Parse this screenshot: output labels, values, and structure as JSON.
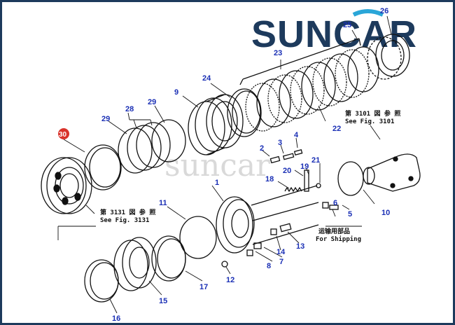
{
  "brand": {
    "logo_text": "SUNCAR",
    "watermark": "suncar",
    "logo_color": "#1d3a5c",
    "accent_color": "#2aa6d8"
  },
  "part_numbers": [
    "1",
    "2",
    "3",
    "4",
    "5",
    "6",
    "7",
    "8",
    "9",
    "10",
    "11",
    "12",
    "13",
    "14",
    "15",
    "16",
    "17",
    "18",
    "19",
    "20",
    "21",
    "22",
    "23",
    "24",
    "25",
    "26",
    "28",
    "29",
    "29",
    "30"
  ],
  "highlighted_part": "30",
  "references": {
    "fig3101_cn": "第 3101 図 参 照",
    "fig3101_en": "See Fig. 3101",
    "fig3131_cn": "第 3131 図 参 照",
    "fig3131_en": "See Fig. 3131",
    "shipping_cn": "运输用部品",
    "shipping_en": "For Shipping"
  },
  "colors": {
    "line": "#111111",
    "number": "#1a2fb5",
    "highlight": "#d9332b"
  }
}
